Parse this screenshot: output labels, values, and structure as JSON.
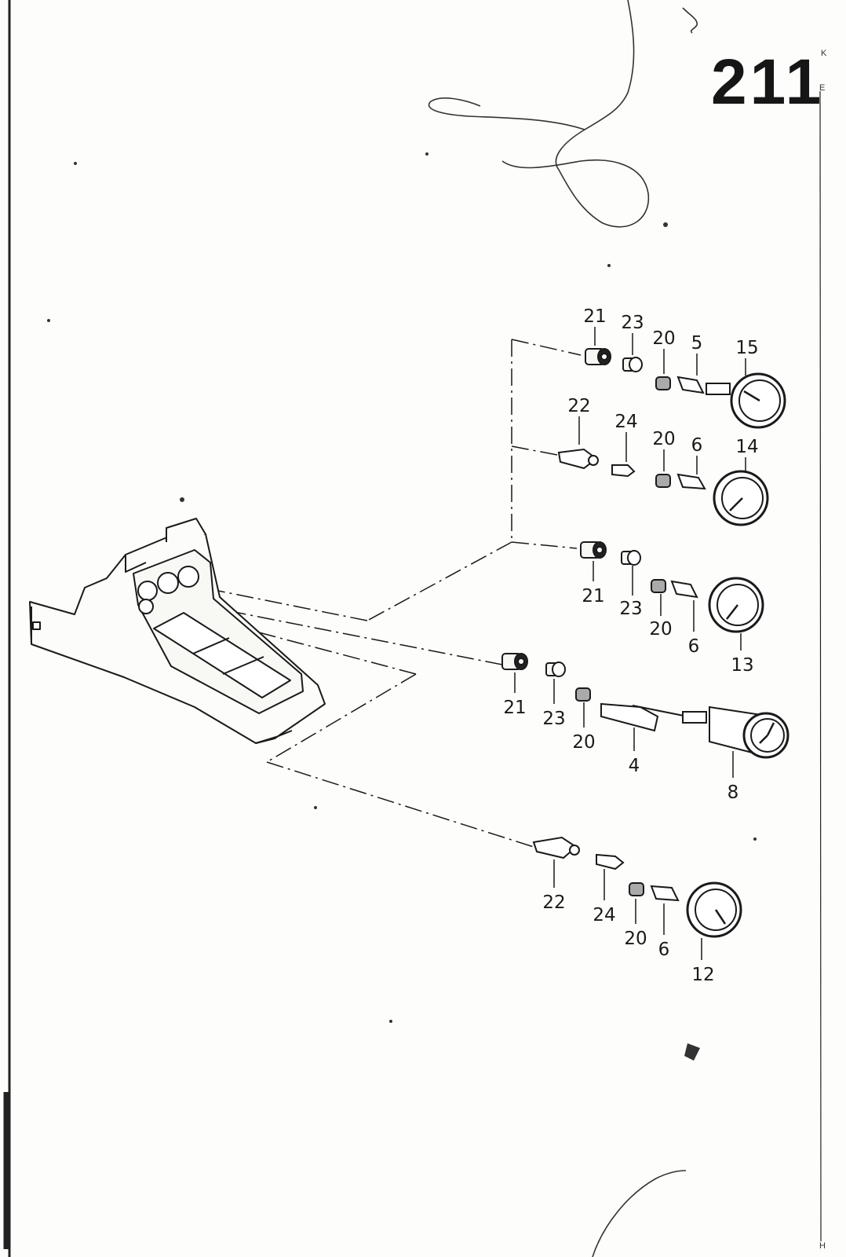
{
  "page": {
    "number": "211"
  },
  "margin_letters": {
    "top": "K",
    "mid": "E",
    "bottom": "H"
  },
  "callouts": [
    {
      "id": "c21a",
      "label": "21"
    },
    {
      "id": "c23a",
      "label": "23"
    },
    {
      "id": "c20a",
      "label": "20"
    },
    {
      "id": "c5",
      "label": "5"
    },
    {
      "id": "c15",
      "label": "15"
    },
    {
      "id": "c22a",
      "label": "22"
    },
    {
      "id": "c24a",
      "label": "24"
    },
    {
      "id": "c20b",
      "label": "20"
    },
    {
      "id": "c6a",
      "label": "6"
    },
    {
      "id": "c14",
      "label": "14"
    },
    {
      "id": "c21b",
      "label": "21"
    },
    {
      "id": "c23b",
      "label": "23"
    },
    {
      "id": "c20c",
      "label": "20"
    },
    {
      "id": "c6b",
      "label": "6"
    },
    {
      "id": "c13",
      "label": "13"
    },
    {
      "id": "c21c",
      "label": "21"
    },
    {
      "id": "c23c",
      "label": "23"
    },
    {
      "id": "c20d",
      "label": "20"
    },
    {
      "id": "c4",
      "label": "4"
    },
    {
      "id": "c8",
      "label": "8"
    },
    {
      "id": "c22b",
      "label": "22"
    },
    {
      "id": "c24b",
      "label": "24"
    },
    {
      "id": "c20e",
      "label": "20"
    },
    {
      "id": "c6c",
      "label": "6"
    },
    {
      "id": "c12",
      "label": "12"
    }
  ]
}
